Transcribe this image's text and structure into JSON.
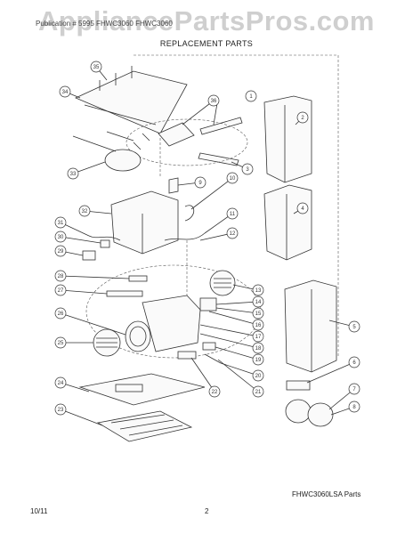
{
  "watermark": "AppliancePartsPros.com",
  "header": {
    "model_line": "Publication # 5995 FHWC3060 FHWC3060",
    "title": "REPLACEMENT PARTS"
  },
  "caption": "FHWC3060LSA Parts",
  "footer": {
    "date": "10/11",
    "page_number": "2"
  },
  "callouts": [
    "1",
    "2",
    "3",
    "4",
    "5",
    "6",
    "7",
    "8",
    "9",
    "10",
    "11",
    "12",
    "13",
    "14",
    "15",
    "16",
    "17",
    "18",
    "19",
    "20",
    "21",
    "22",
    "23",
    "24",
    "25",
    "26",
    "27",
    "28",
    "29",
    "30",
    "31",
    "32",
    "33",
    "34",
    "35",
    "36"
  ],
  "colors": {
    "line": "#333333",
    "watermark": "#cfcfcf"
  }
}
